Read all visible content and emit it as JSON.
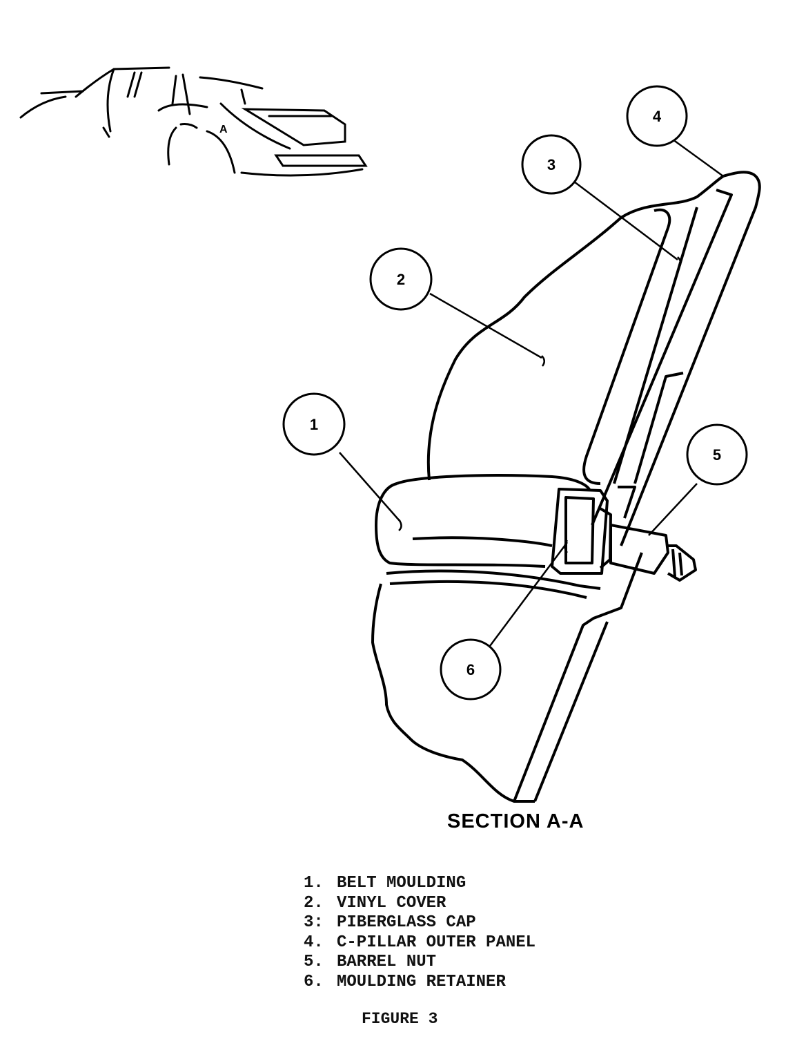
{
  "figure": {
    "section_label": "SECTION A-A",
    "inset_label": "A",
    "caption": "FIGURE 3"
  },
  "callouts": [
    {
      "number": "1"
    },
    {
      "number": "2"
    },
    {
      "number": "3"
    },
    {
      "number": "4"
    },
    {
      "number": "5"
    },
    {
      "number": "6"
    }
  ],
  "legend": [
    {
      "number": "1.",
      "label": "BELT MOULDING"
    },
    {
      "number": "2.",
      "label": "VINYL COVER"
    },
    {
      "number": "3:",
      "label": "PIBERGLASS CAP"
    },
    {
      "number": "4.",
      "label": "C-PILLAR OUTER PANEL"
    },
    {
      "number": "5.",
      "label": "BARREL NUT"
    },
    {
      "number": "6.",
      "label": "MOULDING RETAINER"
    }
  ]
}
